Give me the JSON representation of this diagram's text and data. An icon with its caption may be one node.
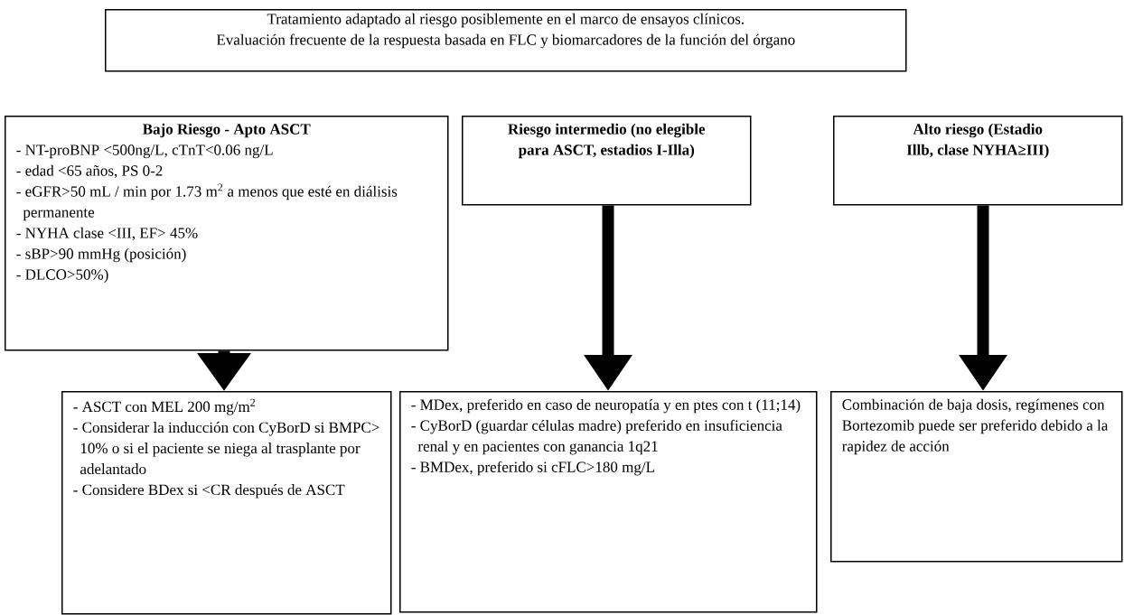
{
  "diagram": {
    "nodes": [
      {
        "text": [
          "Tratamiento adaptado al riesgo posiblemente en el marco de ensayos clínicos.",
          "Evaluación frecuente de la respuesta basada en FLC y biomarcadores de la función del órgano"
        ]
      },
      {
        "text": [
          "Bajo Riesgo - Apto ASCT",
          "- NT-proBNP <500ng/L, cTnT<0.06 ng/L",
          "- edad <65 años, PS 0-2",
          "- eGFR>50 mL / min por 1.73 m$^{2}$ a menos que esté en diálisis permanente",
          "- NYHA clase <III, EF> 45%",
          "- sBP>90 mmHg (posición)",
          "- DLCO>50%)"
        ]
      },
      {
        "text": [
          "Riesgo intermedio (no elegible para ASCT, estadios I-Illa)"
        ]
      },
      {
        "text": [
          "Alto riesgo (Estadio Illb, clase NYHA≥III)"
        ]
      },
      {
        "text": [
          "- ASCT con MEL 200 mg/m$^{2}$",
          "- Considerar la inducción con CyBorD si BMPC> 10% o si el paciente se niega al trasplante por adelantado",
          "- Considere BDex si <CR después de ASCT"
        ]
      },
      {
        "text": [
          "- MDex, preferido en caso de neuropatía y en ptes con t (11;14)",
          "- CyBorD (guardar células madre) preferido en insuficiencia renal y en pacientes con ganancia 1q21",
          "- BMDex, preferido si cFLC>180 mg/L"
        ]
      },
      {
        "text": [
          "Combinación de baja dosis, regímenes con Bortezomib puede ser preferido debido a la rapidez de acción"
        ]
      }
    ],
    "edges": [
      {
        "from": 1,
        "to": 4,
        "arrow": "to"
      },
      {
        "from": 2,
        "to": 5,
        "arrow": "to"
      },
      {
        "from": 3,
        "to": 6,
        "arrow": "to"
      }
    ]
  }
}
